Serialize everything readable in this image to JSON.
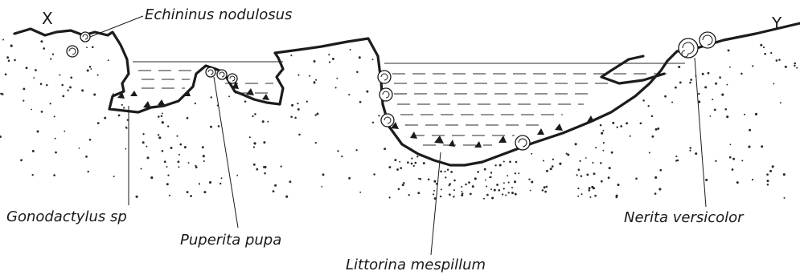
{
  "corner_labels": {
    "left": "X",
    "right": "Y"
  },
  "species": {
    "echininus": "Echininus nodulosus",
    "gonodactylus": "Gonodactylus sp",
    "puperita": "Puperita pupa",
    "littorina": "Littorina mespillum",
    "nerita": "Nerita versicolor"
  }
}
